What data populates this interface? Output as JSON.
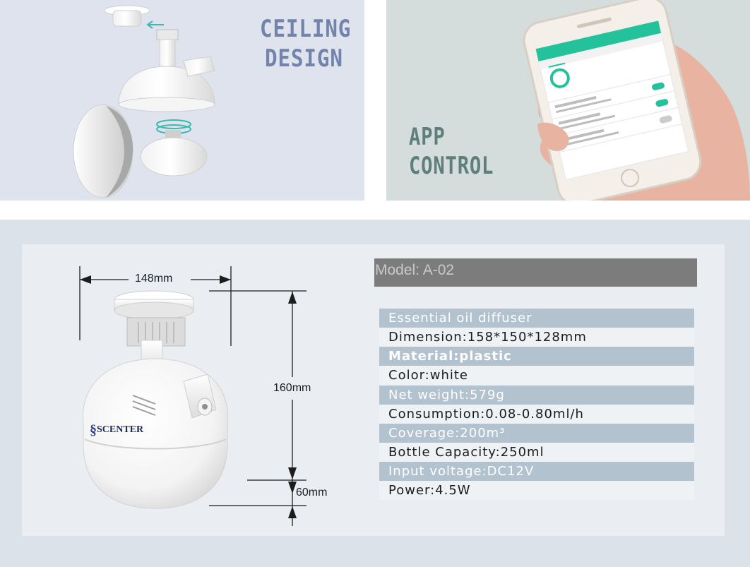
{
  "ceiling_panel": {
    "headline_line1": "CEILING",
    "headline_line2": "DESIGN"
  },
  "app_panel": {
    "headline_line1": "APP",
    "headline_line2": "CONTROL"
  },
  "product": {
    "brand_logo": "SCENTER",
    "model": "Model: A-02",
    "dimensions": {
      "width_label": "148mm",
      "height_label": "160mm",
      "base_label": "60mm"
    },
    "specs": [
      {
        "text": "Essential oil diffuser",
        "shaded": true
      },
      {
        "text": "Dimension:158*150*128mm",
        "shaded": false
      },
      {
        "text": "Material:plastic",
        "shaded": true
      },
      {
        "text": "Color:white",
        "shaded": false
      },
      {
        "text": "Net weight:579g",
        "shaded": true
      },
      {
        "text": "Consumption:0.08-0.80ml/h",
        "shaded": false
      },
      {
        "text": "Coverage:200m³",
        "shaded": true
      },
      {
        "text": "Bottle Capacity:250ml",
        "shaded": false
      },
      {
        "text": "Input voltage:DC12V",
        "shaded": true
      },
      {
        "text": "Power:4.5W",
        "shaded": false
      }
    ]
  },
  "colors": {
    "ceiling_background": "#dfe3ee",
    "app_background": "#d4dcdc",
    "spec_shaded_row": "#b3c2cf",
    "model_bar": "#7c7c7c",
    "app_screen_accent": "#23c29a"
  }
}
